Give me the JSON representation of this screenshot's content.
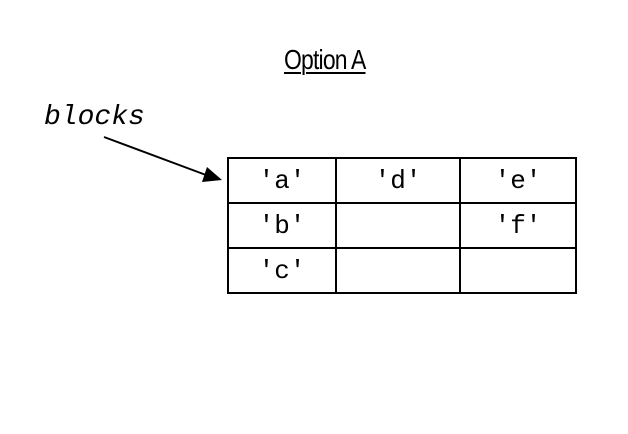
{
  "title": "Option A",
  "variable_label": "blocks",
  "grid": {
    "rows": [
      [
        "'a'",
        "'d'",
        "'e'"
      ],
      [
        "'b'",
        "",
        "'f'"
      ],
      [
        "'c'",
        "",
        ""
      ]
    ]
  }
}
